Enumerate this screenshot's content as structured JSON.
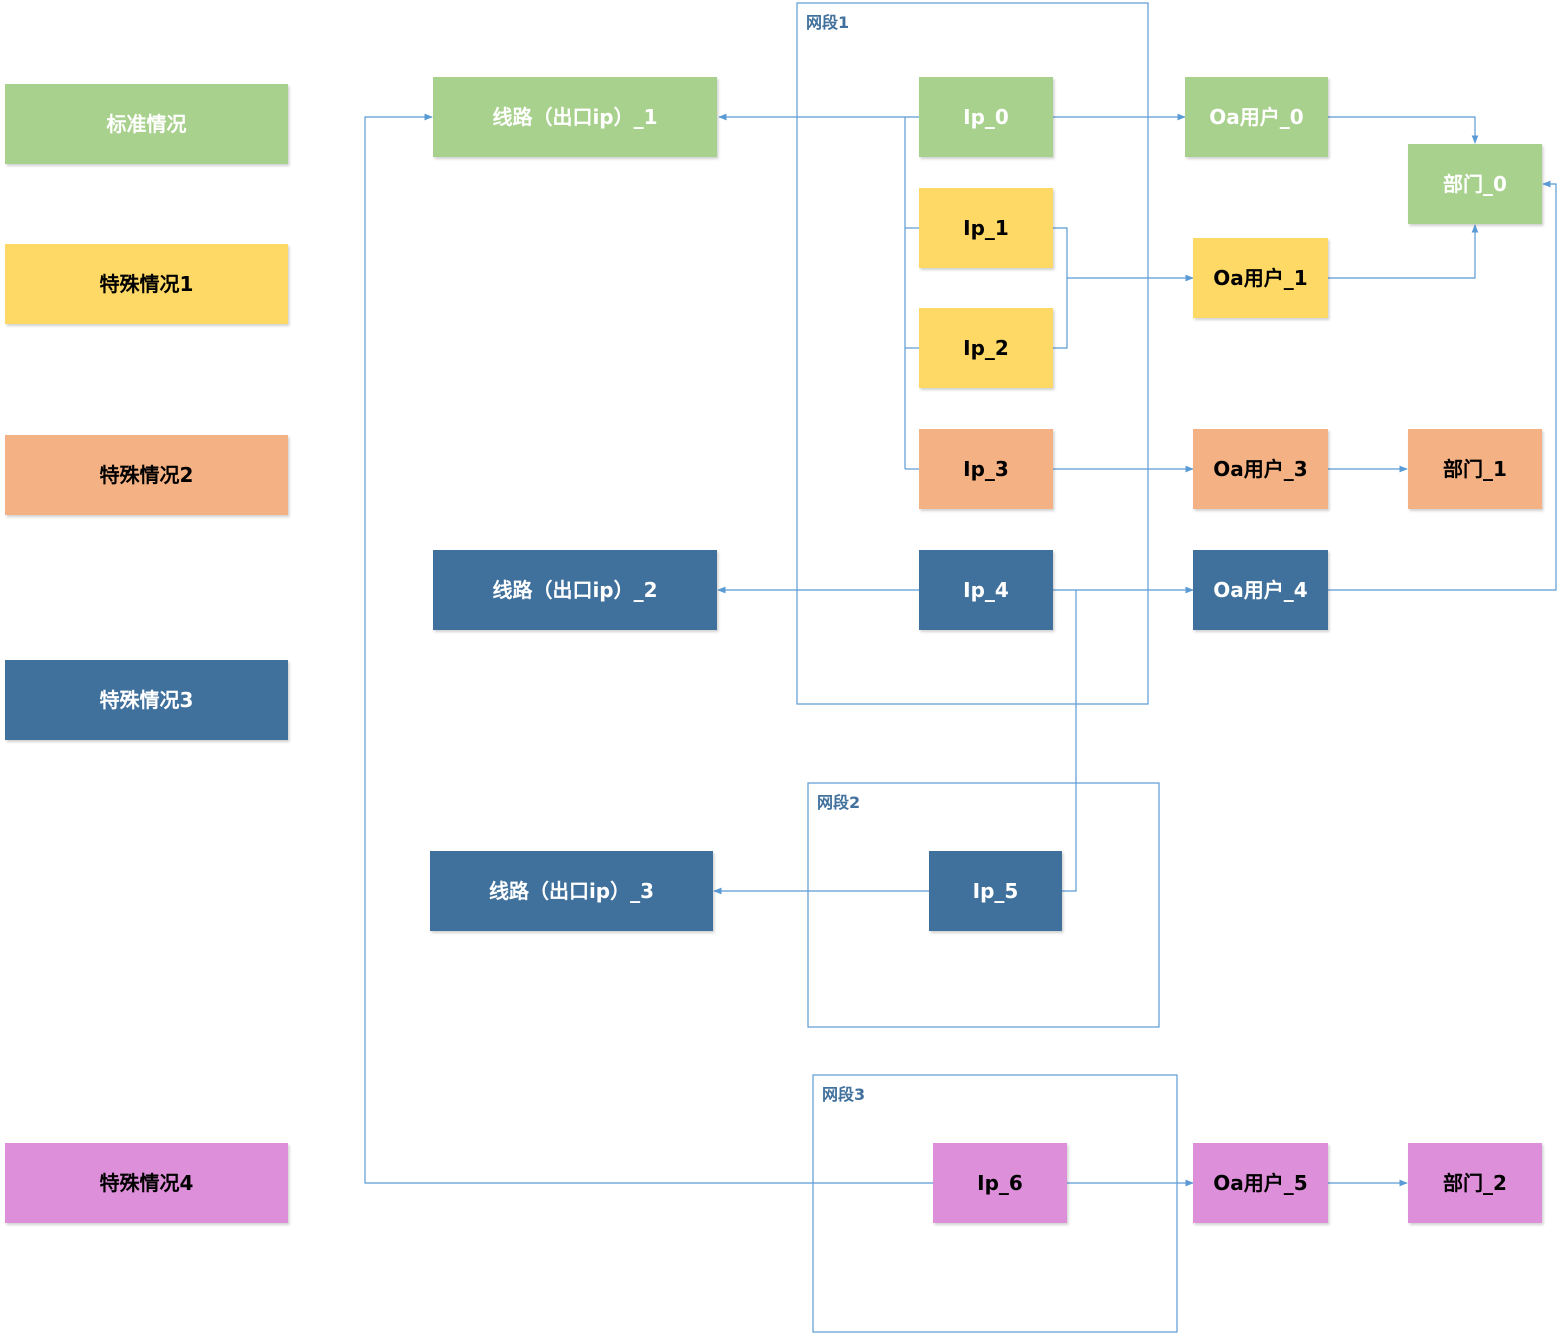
{
  "colors": {
    "green": "#a9d18e",
    "yellow": "#ffd966",
    "orange": "#f4b183",
    "blue": "#41719c",
    "pink": "#dd8fd9",
    "line": "#5b9bd5",
    "segment_border": "#5b9bd5",
    "segment_text": "#41719c",
    "text_light": "#ffffff",
    "text_dark": "#000000"
  },
  "legend": {
    "standard": "标准情况",
    "special1": "特殊情况1",
    "special2": "特殊情况2",
    "special3": "特殊情况3",
    "special4": "特殊情况4"
  },
  "segments": {
    "seg1": "网段1",
    "seg2": "网段2",
    "seg3": "网段3"
  },
  "lines": {
    "line1": "线路（出口ip）_1",
    "line2": "线路（出口ip）_2",
    "line3": "线路（出口ip）_3"
  },
  "ips": {
    "ip0": "Ip_0",
    "ip1": "Ip_1",
    "ip2": "Ip_2",
    "ip3": "Ip_3",
    "ip4": "Ip_4",
    "ip5": "Ip_5",
    "ip6": "Ip_6"
  },
  "users": {
    "user0": "Oa用户_0",
    "user1": "Oa用户_1",
    "user3": "Oa用户_3",
    "user4": "Oa用户_4",
    "user5": "Oa用户_5"
  },
  "departments": {
    "dept0": "部门_0",
    "dept1": "部门_1",
    "dept2": "部门_2"
  }
}
